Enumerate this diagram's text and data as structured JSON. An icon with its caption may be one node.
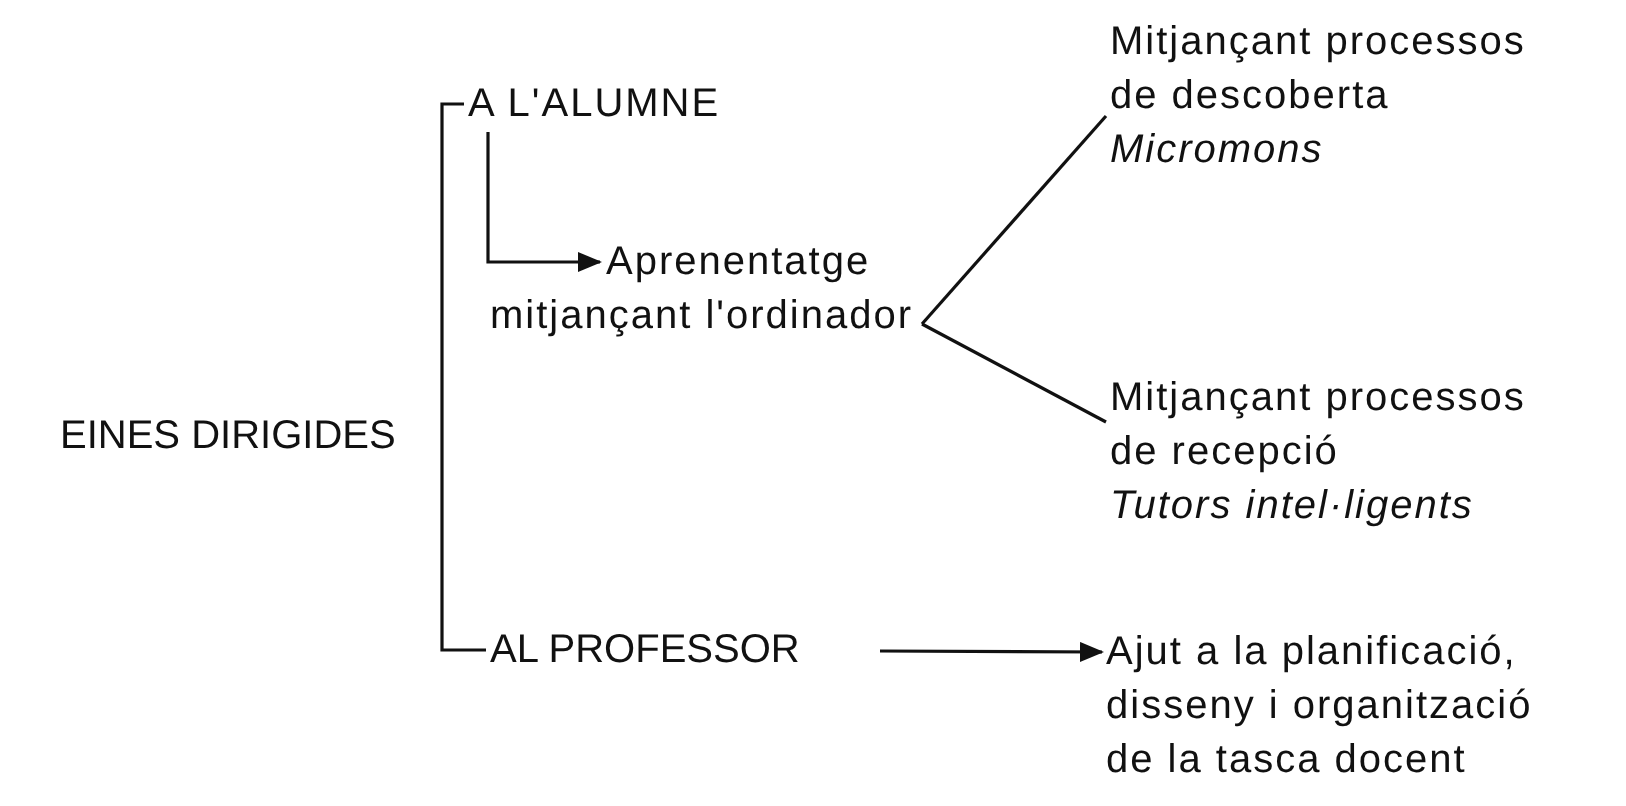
{
  "diagram": {
    "nodes": [
      {
        "text": [
          "EINES DIRIGIDES"
        ]
      },
      {
        "text": [
          "A L'ALUMNE"
        ]
      },
      {
        "text": [
          "Aprenentatge mitjançant l'ordinador"
        ]
      },
      {
        "text": [
          "Mitjançant processos de descoberta",
          "Micromons"
        ]
      },
      {
        "text": [
          "Mitjançant processos de recepció",
          "Tutors intel·ligents"
        ]
      },
      {
        "text": [
          "AL PROFESSOR"
        ]
      },
      {
        "text": [
          "Ajut a la planificació, disseny i organització de la tasca docent"
        ]
      }
    ],
    "edges": [
      {
        "from": 0,
        "to": 1,
        "arrow": "none"
      },
      {
        "from": 0,
        "to": 5,
        "arrow": "none"
      },
      {
        "from": 1,
        "to": 2,
        "arrow": "to"
      },
      {
        "from": 2,
        "to": 3,
        "arrow": "none"
      },
      {
        "from": 2,
        "to": 4,
        "arrow": "none"
      },
      {
        "from": 5,
        "to": 6,
        "arrow": "to"
      }
    ]
  }
}
